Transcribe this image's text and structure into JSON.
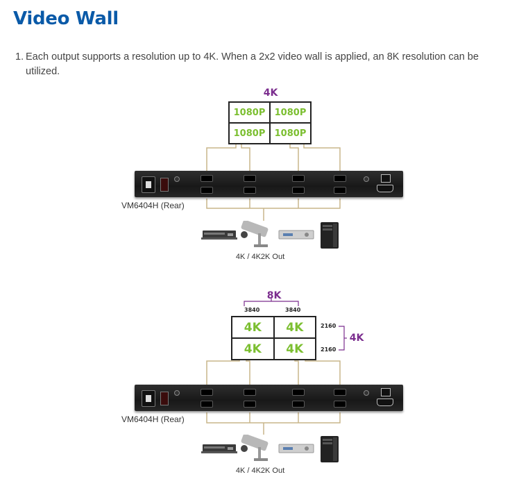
{
  "page": {
    "title": "Video Wall",
    "item_number": "1.",
    "item_text": "Each output supports a resolution up to 4K. When a 2x2 video wall is applied, an 8K resolution can be utilized."
  },
  "diagram1": {
    "top_label": "4K",
    "cells": [
      "1080P",
      "1080P",
      "1080P",
      "1080P"
    ],
    "device_label": "VM6404H (Rear)",
    "output_label": "4K / 4K2K Out"
  },
  "diagram2": {
    "top_label": "8K",
    "width_labels": [
      "3840",
      "3840"
    ],
    "height_labels": [
      "2160",
      "2160"
    ],
    "side_label": "4K",
    "cells": [
      "4K",
      "4K",
      "4K",
      "4K"
    ],
    "device_label": "VM6404H (Rear)",
    "output_label": "4K / 4K2K Out"
  },
  "sources": {
    "icons": [
      "dvd-player-icon",
      "security-camera-icon",
      "media-player-icon",
      "pc-tower-icon"
    ]
  },
  "colors": {
    "title": "#0a5aa8",
    "cell_text": "#7cbf31",
    "top_label": "#7b2d8e",
    "cable": "#c9b58a"
  }
}
